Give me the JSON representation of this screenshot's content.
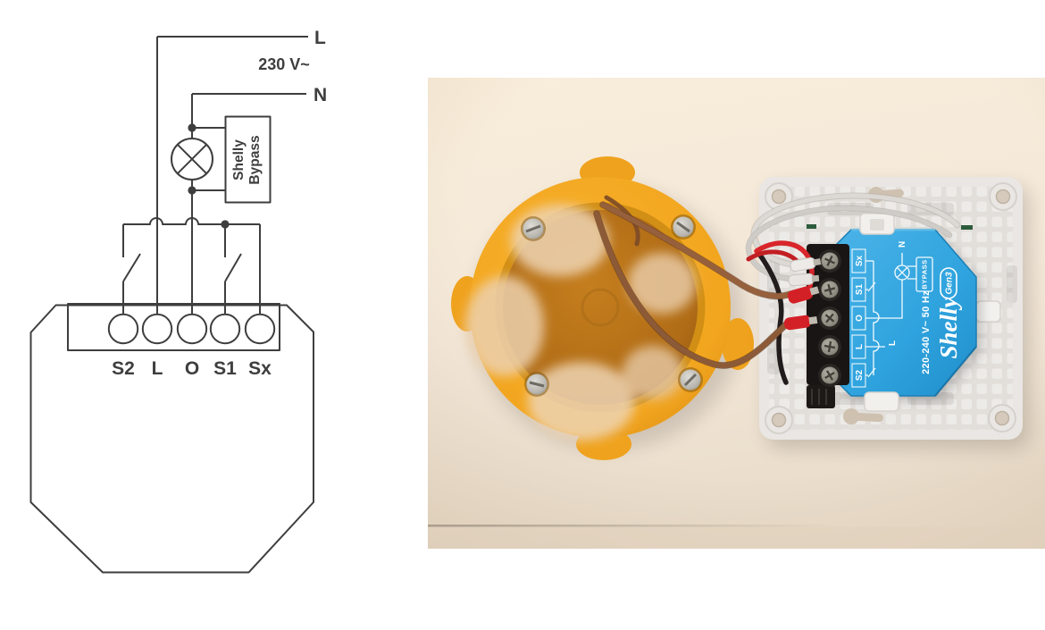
{
  "diagram": {
    "supply_line_label": "L",
    "supply_voltage": "230 V~",
    "neutral_label": "N",
    "bypass_label_line1": "Shelly",
    "bypass_label_line2": "Bypass",
    "terminals": [
      "S2",
      "L",
      "O",
      "S1",
      "Sx"
    ],
    "line_color": "#3e3e3e"
  },
  "photo": {
    "wall_color": "#f4e9da",
    "junction_box_color": "#f2a51e",
    "wall_plate_color": "#eae7e4",
    "wire_colors": {
      "brown": "#96603c",
      "red": "#d8262a",
      "black": "#221c1c",
      "grey": "#dcd9d4"
    },
    "shelly": {
      "body_color": "#2fa3de",
      "brand": "Shelly",
      "generation": "Gen3",
      "rating": "220-240 V~ 50 Hz",
      "bypass_label": "BYPASS",
      "neutral_label": "N",
      "line_label": "L",
      "terminal_labels": [
        "Sx",
        "S1",
        "O",
        "L",
        "S2"
      ]
    }
  }
}
